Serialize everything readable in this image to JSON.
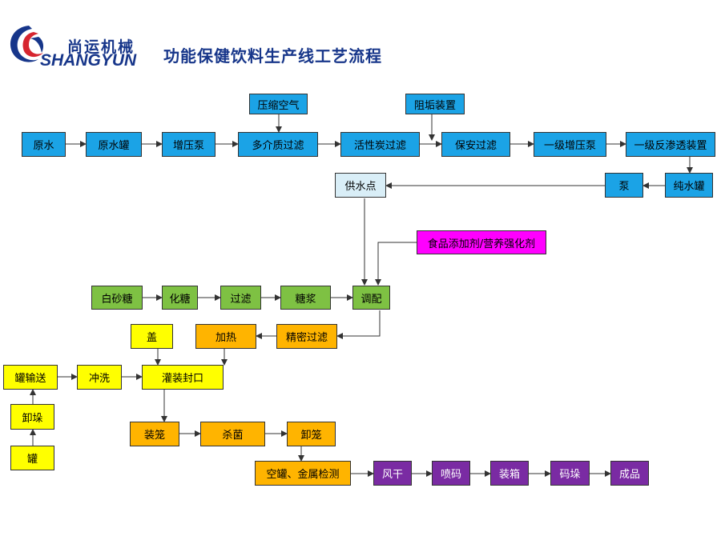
{
  "header": {
    "logo_cn": "尚运机械",
    "logo_en": "SHANGYUN",
    "title": "功能保健饮料生产线工艺流程"
  },
  "nodes": {
    "yuanshui": "原水",
    "yuanshuiguan": "原水罐",
    "zengyabeng": "增压泵",
    "duojiezhi": "多介质过滤",
    "yasuokongqi": "压缩空气",
    "huoxingtan": "活性炭过滤",
    "zugouzhuangzhi": "阻垢装置",
    "baoan": "保安过滤",
    "yijizengya": "一级增压泵",
    "fanshentou": "一级反渗透装置",
    "chunshuiguan": "纯水罐",
    "beng": "泵",
    "gongshuidian": "供水点",
    "tianjiaji": "食品添加剂/营养强化剂",
    "baishatang": "白砂糖",
    "huatang": "化糖",
    "guolv": "过滤",
    "tangjiang": "糖浆",
    "tiaopei": "调配",
    "jingmi": "精密过滤",
    "jiare": "加热",
    "gai": "盖",
    "guanshusong": "罐输送",
    "chongxi": "冲洗",
    "guanzhuang": "灌装封口",
    "xieduo": "卸垛",
    "guan": "罐",
    "zhuanglong": "装笼",
    "shajun": "杀菌",
    "xielong": "卸笼",
    "jiance": "空罐、金属检测",
    "fenggan": "风干",
    "penma": "喷码",
    "zhuangxiang": "装箱",
    "maduo": "码垛",
    "chengpin": "成品"
  },
  "colors": {
    "water_line": "#1ba3e6",
    "supply_point": "#d9eef7",
    "additive": "#ff00ff",
    "sugar_line": "#7ec143",
    "filling": "#ffff00",
    "heating": "#ffb400",
    "packing": "#7a2ba3",
    "brand": "#17368a"
  }
}
